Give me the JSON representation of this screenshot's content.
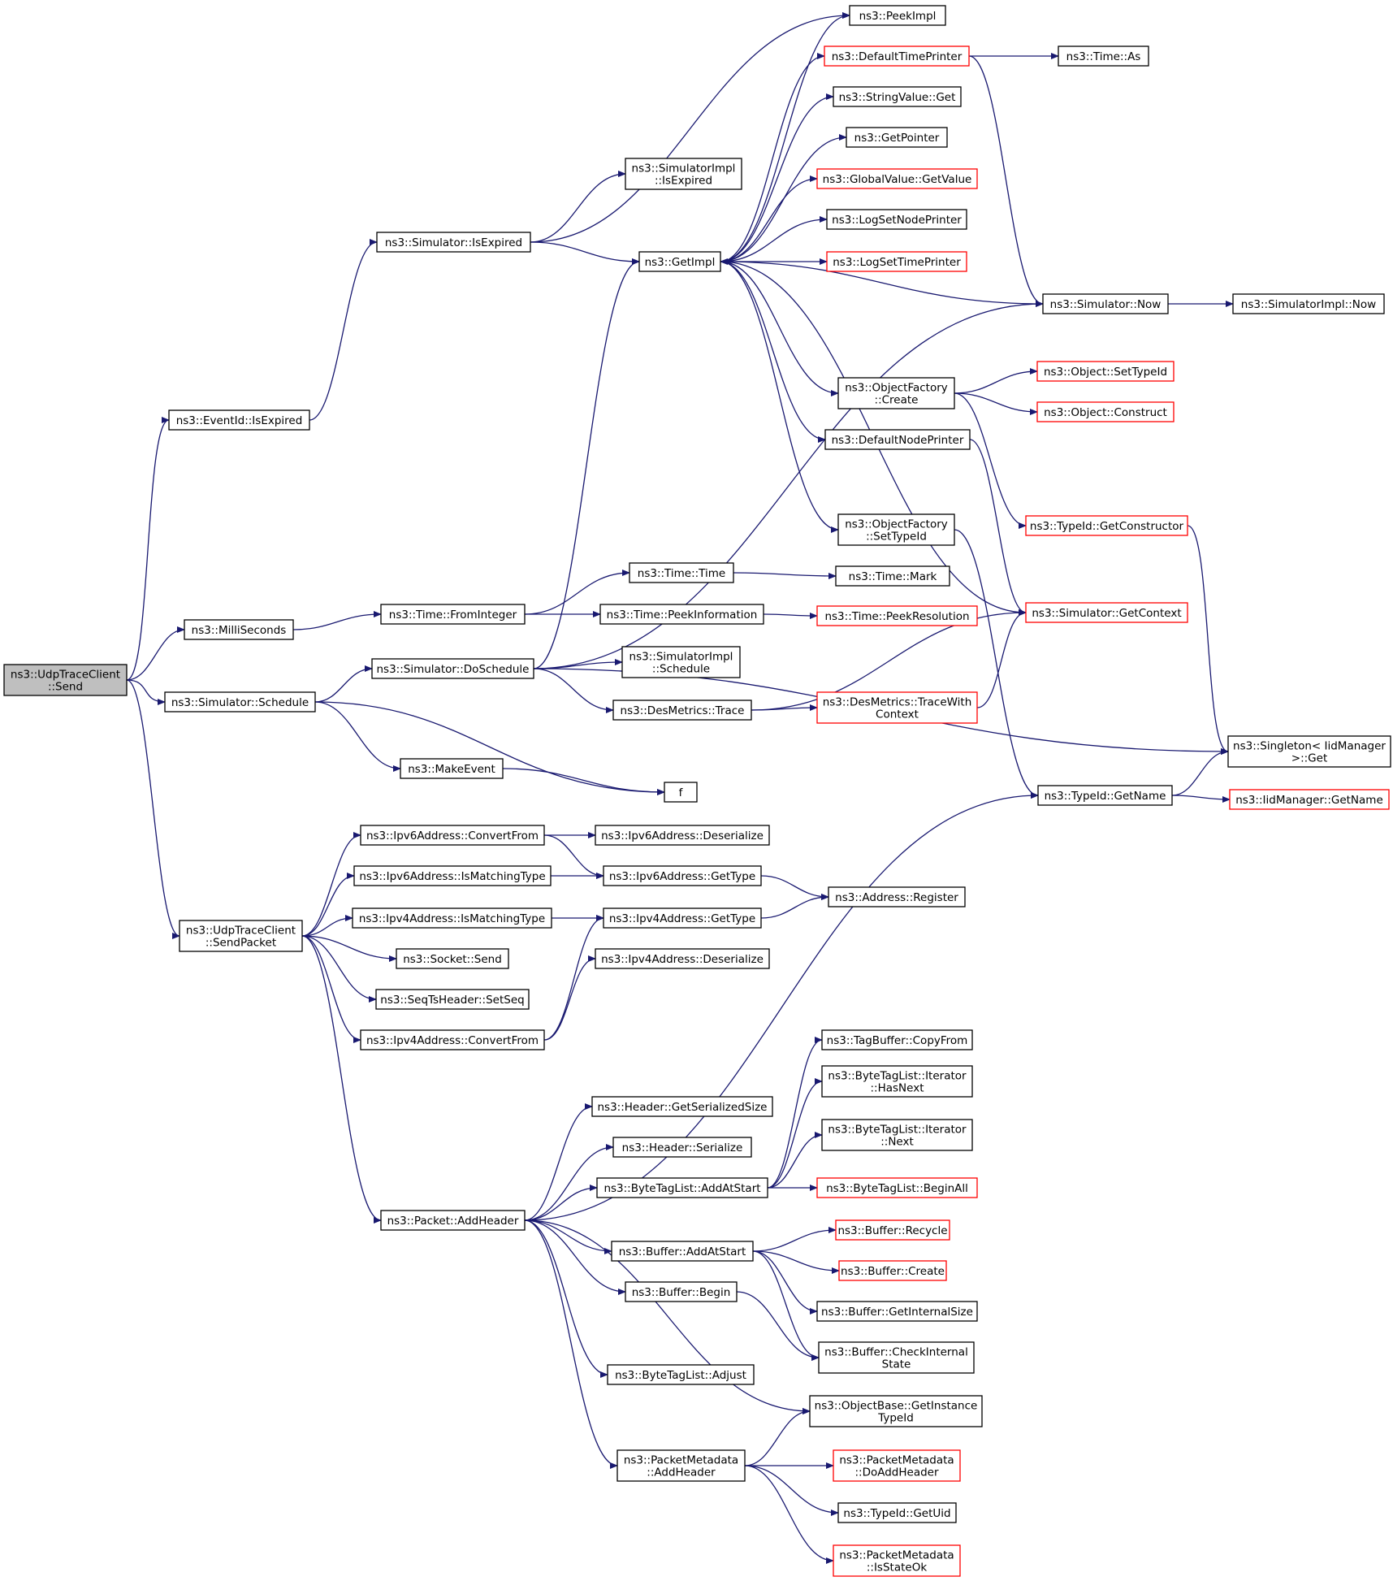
{
  "colors": {
    "edge": "#191970",
    "node_border": "#000000",
    "node_border_incomplete": "#ff0000",
    "root_fill": "#bfbfbf",
    "node_fill": "#ffffff"
  },
  "nodes": [
    {
      "id": "n0",
      "lines": [
        "ns3::UdpTraceClient",
        "::Send"
      ],
      "style": "root"
    },
    {
      "id": "n1",
      "lines": [
        "ns3::EventId::IsExpired"
      ],
      "style": "normal"
    },
    {
      "id": "n2",
      "lines": [
        "ns3::MilliSeconds"
      ],
      "style": "normal"
    },
    {
      "id": "n3",
      "lines": [
        "ns3::Simulator::Schedule"
      ],
      "style": "normal"
    },
    {
      "id": "n4",
      "lines": [
        "ns3::UdpTraceClient",
        "::SendPacket"
      ],
      "style": "normal"
    },
    {
      "id": "n5",
      "lines": [
        "ns3::Simulator::IsExpired"
      ],
      "style": "normal"
    },
    {
      "id": "n6",
      "lines": [
        "ns3::SimulatorImpl",
        "::IsExpired"
      ],
      "style": "normal"
    },
    {
      "id": "n7",
      "lines": [
        "ns3::GetImpl"
      ],
      "style": "normal"
    },
    {
      "id": "n8",
      "lines": [
        "ns3::PeekImpl"
      ],
      "style": "normal"
    },
    {
      "id": "n9",
      "lines": [
        "ns3::DefaultTimePrinter"
      ],
      "style": "incomplete"
    },
    {
      "id": "n10",
      "lines": [
        "ns3::Time::As"
      ],
      "style": "normal"
    },
    {
      "id": "n11",
      "lines": [
        "ns3::StringValue::Get"
      ],
      "style": "normal"
    },
    {
      "id": "n12",
      "lines": [
        "ns3::GetPointer"
      ],
      "style": "normal"
    },
    {
      "id": "n13",
      "lines": [
        "ns3::GlobalValue::GetValue"
      ],
      "style": "incomplete"
    },
    {
      "id": "n14",
      "lines": [
        "ns3::LogSetNodePrinter"
      ],
      "style": "normal"
    },
    {
      "id": "n15",
      "lines": [
        "ns3::LogSetTimePrinter"
      ],
      "style": "incomplete"
    },
    {
      "id": "n16",
      "lines": [
        "ns3::Simulator::Now"
      ],
      "style": "normal"
    },
    {
      "id": "n17",
      "lines": [
        "ns3::SimulatorImpl::Now"
      ],
      "style": "normal"
    },
    {
      "id": "n18",
      "lines": [
        "ns3::ObjectFactory",
        "::Create"
      ],
      "style": "normal"
    },
    {
      "id": "n19",
      "lines": [
        "ns3::Object::SetTypeId"
      ],
      "style": "incomplete"
    },
    {
      "id": "n20",
      "lines": [
        "ns3::Object::Construct"
      ],
      "style": "incomplete"
    },
    {
      "id": "n21",
      "lines": [
        "ns3::DefaultNodePrinter"
      ],
      "style": "normal"
    },
    {
      "id": "n22",
      "lines": [
        "ns3::TypeId::GetConstructor"
      ],
      "style": "incomplete"
    },
    {
      "id": "n23",
      "lines": [
        "ns3::ObjectFactory",
        "::SetTypeId"
      ],
      "style": "normal"
    },
    {
      "id": "n24",
      "lines": [
        "ns3::Time::Time"
      ],
      "style": "normal"
    },
    {
      "id": "n25",
      "lines": [
        "ns3::Time::Mark"
      ],
      "style": "normal"
    },
    {
      "id": "n26",
      "lines": [
        "ns3::Time::FromInteger"
      ],
      "style": "normal"
    },
    {
      "id": "n27",
      "lines": [
        "ns3::Time::PeekInformation"
      ],
      "style": "normal"
    },
    {
      "id": "n28",
      "lines": [
        "ns3::Time::PeekResolution"
      ],
      "style": "incomplete"
    },
    {
      "id": "n29",
      "lines": [
        "ns3::Simulator::GetContext"
      ],
      "style": "incomplete"
    },
    {
      "id": "n30",
      "lines": [
        "ns3::Simulator::DoSchedule"
      ],
      "style": "normal"
    },
    {
      "id": "n31",
      "lines": [
        "ns3::SimulatorImpl",
        "::Schedule"
      ],
      "style": "normal"
    },
    {
      "id": "n32",
      "lines": [
        "ns3::DesMetrics::Trace"
      ],
      "style": "normal"
    },
    {
      "id": "n33",
      "lines": [
        "ns3::DesMetrics::TraceWith",
        "Context"
      ],
      "style": "incomplete"
    },
    {
      "id": "n34",
      "lines": [
        "ns3::Singleton< IidManager",
        ">::Get"
      ],
      "style": "normal"
    },
    {
      "id": "n35",
      "lines": [
        "ns3::MakeEvent"
      ],
      "style": "normal"
    },
    {
      "id": "n36",
      "lines": [
        "f"
      ],
      "style": "normal"
    },
    {
      "id": "n37",
      "lines": [
        "ns3::TypeId::GetName"
      ],
      "style": "normal"
    },
    {
      "id": "n38",
      "lines": [
        "ns3::IidManager::GetName"
      ],
      "style": "incomplete"
    },
    {
      "id": "n39",
      "lines": [
        "ns3::Ipv6Address::ConvertFrom"
      ],
      "style": "normal"
    },
    {
      "id": "n40",
      "lines": [
        "ns3::Ipv6Address::Deserialize"
      ],
      "style": "normal"
    },
    {
      "id": "n41",
      "lines": [
        "ns3::Ipv6Address::IsMatchingType"
      ],
      "style": "normal"
    },
    {
      "id": "n42",
      "lines": [
        "ns3::Ipv6Address::GetType"
      ],
      "style": "normal"
    },
    {
      "id": "n43",
      "lines": [
        "ns3::Address::Register"
      ],
      "style": "normal"
    },
    {
      "id": "n44",
      "lines": [
        "ns3::Ipv4Address::IsMatchingType"
      ],
      "style": "normal"
    },
    {
      "id": "n45",
      "lines": [
        "ns3::Ipv4Address::GetType"
      ],
      "style": "normal"
    },
    {
      "id": "n46",
      "lines": [
        "ns3::Socket::Send"
      ],
      "style": "normal"
    },
    {
      "id": "n47",
      "lines": [
        "ns3::Ipv4Address::Deserialize"
      ],
      "style": "normal"
    },
    {
      "id": "n48",
      "lines": [
        "ns3::SeqTsHeader::SetSeq"
      ],
      "style": "normal"
    },
    {
      "id": "n49",
      "lines": [
        "ns3::Ipv4Address::ConvertFrom"
      ],
      "style": "normal"
    },
    {
      "id": "n50",
      "lines": [
        "ns3::TagBuffer::CopyFrom"
      ],
      "style": "normal"
    },
    {
      "id": "n51",
      "lines": [
        "ns3::ByteTagList::Iterator",
        "::HasNext"
      ],
      "style": "normal"
    },
    {
      "id": "n52",
      "lines": [
        "ns3::Header::GetSerializedSize"
      ],
      "style": "normal"
    },
    {
      "id": "n53",
      "lines": [
        "ns3::ByteTagList::Iterator",
        "::Next"
      ],
      "style": "normal"
    },
    {
      "id": "n54",
      "lines": [
        "ns3::Header::Serialize"
      ],
      "style": "normal"
    },
    {
      "id": "n55",
      "lines": [
        "ns3::ByteTagList::AddAtStart"
      ],
      "style": "normal"
    },
    {
      "id": "n56",
      "lines": [
        "ns3::ByteTagList::BeginAll"
      ],
      "style": "incomplete"
    },
    {
      "id": "n57",
      "lines": [
        "ns3::Packet::AddHeader"
      ],
      "style": "normal"
    },
    {
      "id": "n58",
      "lines": [
        "ns3::Buffer::Recycle"
      ],
      "style": "incomplete"
    },
    {
      "id": "n59",
      "lines": [
        "ns3::Buffer::AddAtStart"
      ],
      "style": "normal"
    },
    {
      "id": "n60",
      "lines": [
        "ns3::Buffer::Create"
      ],
      "style": "incomplete"
    },
    {
      "id": "n61",
      "lines": [
        "ns3::Buffer::Begin"
      ],
      "style": "normal"
    },
    {
      "id": "n62",
      "lines": [
        "ns3::Buffer::GetInternalSize"
      ],
      "style": "normal"
    },
    {
      "id": "n63",
      "lines": [
        "ns3::Buffer::CheckInternal",
        "State"
      ],
      "style": "normal"
    },
    {
      "id": "n64",
      "lines": [
        "ns3::ByteTagList::Adjust"
      ],
      "style": "normal"
    },
    {
      "id": "n65",
      "lines": [
        "ns3::ObjectBase::GetInstance",
        "TypeId"
      ],
      "style": "normal"
    },
    {
      "id": "n66",
      "lines": [
        "ns3::PacketMetadata",
        "::AddHeader"
      ],
      "style": "normal"
    },
    {
      "id": "n67",
      "lines": [
        "ns3::PacketMetadata",
        "::DoAddHeader"
      ],
      "style": "incomplete"
    },
    {
      "id": "n68",
      "lines": [
        "ns3::TypeId::GetUid"
      ],
      "style": "normal"
    },
    {
      "id": "n69",
      "lines": [
        "ns3::PacketMetadata",
        "::IsStateOk"
      ],
      "style": "incomplete"
    }
  ],
  "edges": [
    [
      "n0",
      "n1"
    ],
    [
      "n0",
      "n2"
    ],
    [
      "n0",
      "n3"
    ],
    [
      "n0",
      "n4"
    ],
    [
      "n1",
      "n5"
    ],
    [
      "n5",
      "n6"
    ],
    [
      "n5",
      "n7"
    ],
    [
      "n5",
      "n8"
    ],
    [
      "n7",
      "n8"
    ],
    [
      "n7",
      "n9"
    ],
    [
      "n7",
      "n11"
    ],
    [
      "n7",
      "n12"
    ],
    [
      "n7",
      "n13"
    ],
    [
      "n7",
      "n14"
    ],
    [
      "n7",
      "n15"
    ],
    [
      "n7",
      "n18"
    ],
    [
      "n7",
      "n21"
    ],
    [
      "n7",
      "n23"
    ],
    [
      "n7",
      "n29"
    ],
    [
      "n9",
      "n10"
    ],
    [
      "n9",
      "n16"
    ],
    [
      "n16",
      "n7"
    ],
    [
      "n16",
      "n17"
    ],
    [
      "n18",
      "n19"
    ],
    [
      "n18",
      "n20"
    ],
    [
      "n18",
      "n22"
    ],
    [
      "n22",
      "n34"
    ],
    [
      "n21",
      "n29"
    ],
    [
      "n23",
      "n37"
    ],
    [
      "n37",
      "n34"
    ],
    [
      "n37",
      "n38"
    ],
    [
      "n2",
      "n26"
    ],
    [
      "n26",
      "n24"
    ],
    [
      "n26",
      "n27"
    ],
    [
      "n24",
      "n25"
    ],
    [
      "n27",
      "n28"
    ],
    [
      "n3",
      "n30"
    ],
    [
      "n3",
      "n35"
    ],
    [
      "n3",
      "n36"
    ],
    [
      "n35",
      "n36"
    ],
    [
      "n30",
      "n7"
    ],
    [
      "n30",
      "n16"
    ],
    [
      "n30",
      "n31"
    ],
    [
      "n30",
      "n32"
    ],
    [
      "n30",
      "n34"
    ],
    [
      "n32",
      "n29"
    ],
    [
      "n32",
      "n33"
    ],
    [
      "n33",
      "n29"
    ],
    [
      "n4",
      "n39"
    ],
    [
      "n4",
      "n41"
    ],
    [
      "n4",
      "n44"
    ],
    [
      "n4",
      "n46"
    ],
    [
      "n4",
      "n48"
    ],
    [
      "n4",
      "n49"
    ],
    [
      "n4",
      "n57"
    ],
    [
      "n39",
      "n40"
    ],
    [
      "n39",
      "n42"
    ],
    [
      "n41",
      "n42"
    ],
    [
      "n42",
      "n43"
    ],
    [
      "n44",
      "n45"
    ],
    [
      "n45",
      "n43"
    ],
    [
      "n49",
      "n45"
    ],
    [
      "n49",
      "n47"
    ],
    [
      "n57",
      "n37"
    ],
    [
      "n57",
      "n52"
    ],
    [
      "n57",
      "n54"
    ],
    [
      "n57",
      "n55"
    ],
    [
      "n57",
      "n59"
    ],
    [
      "n57",
      "n61"
    ],
    [
      "n57",
      "n64"
    ],
    [
      "n57",
      "n65"
    ],
    [
      "n57",
      "n66"
    ],
    [
      "n55",
      "n50"
    ],
    [
      "n55",
      "n51"
    ],
    [
      "n55",
      "n53"
    ],
    [
      "n55",
      "n56"
    ],
    [
      "n59",
      "n58"
    ],
    [
      "n59",
      "n60"
    ],
    [
      "n59",
      "n62"
    ],
    [
      "n59",
      "n63"
    ],
    [
      "n61",
      "n63"
    ],
    [
      "n66",
      "n65"
    ],
    [
      "n66",
      "n67"
    ],
    [
      "n66",
      "n68"
    ],
    [
      "n66",
      "n69"
    ]
  ]
}
